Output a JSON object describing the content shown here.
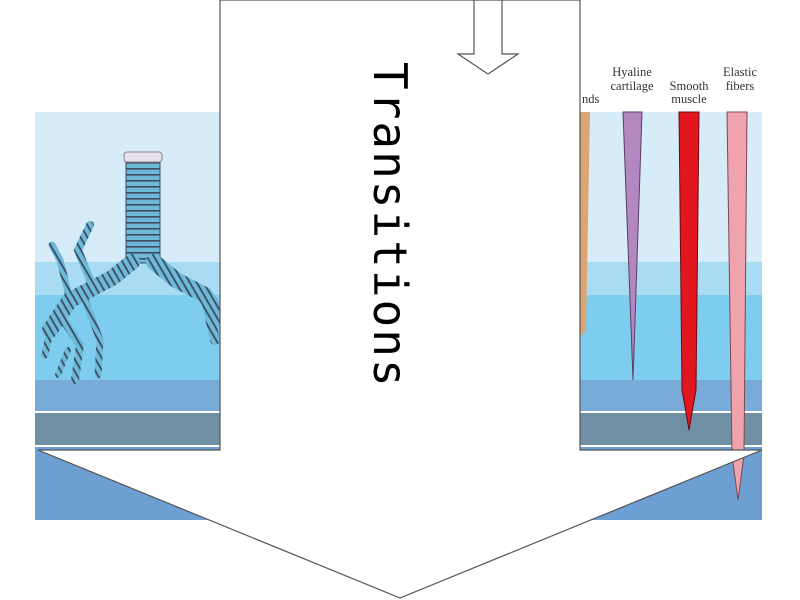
{
  "banner_text": "Transitions",
  "column_labels": {
    "glands_fragment": "nds",
    "hyaline_line1": "Hyaline",
    "hyaline_line2": "cartilage",
    "smooth_line1": "Smooth",
    "smooth_line2": "muscle",
    "elastic_line1": "Elastic",
    "elastic_line2": "fibers"
  },
  "colors": {
    "band_1": "#d6edf9",
    "band_2": "#a9dcf2",
    "band_3": "#7fcdee",
    "band_4": "#79abd8",
    "band_5": "#6f8fa5",
    "band_6": "#6d9fd2",
    "glands": "#dca673",
    "hyaline_cartilage": "#b387bf",
    "smooth_muscle": "#e1161f",
    "elastic_fibers": "#f0a3ac",
    "airway_ring": "#6cbad7",
    "airway_stripe": "#3f4a63"
  },
  "icons": [
    "airway-tree-icon",
    "small-outline-arrow-icon",
    "large-transition-arrow-icon"
  ]
}
